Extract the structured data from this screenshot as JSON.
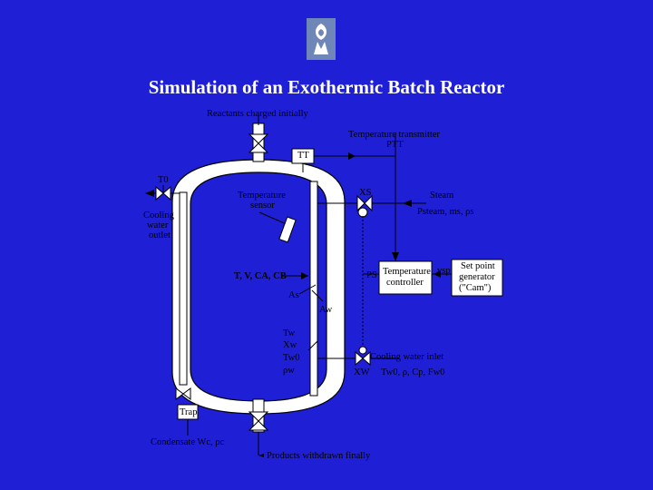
{
  "title": "Simulation of an Exothermic Batch Reactor",
  "colors": {
    "background": "#1f1fd6",
    "vessel": "#ffffff",
    "line": "#000000",
    "title": "#ffffff"
  },
  "labels": {
    "reactants": "Reactants charged initially",
    "temp_transmitter": "Temperature transmitter",
    "ptt": "PTT",
    "tt": "TT",
    "t0": "T0",
    "temp_sensor_1": "Temperature",
    "temp_sensor_2": "sensor",
    "cooling_outlet_1": "Cooling",
    "cooling_outlet_2": "water",
    "cooling_outlet_3": "outlet",
    "xs": "XS",
    "steam": "Steam",
    "steam_props": "Psteam, ms, ρs",
    "state_vars": "T, V, CA, CB",
    "ps": "PS",
    "temp_controller_1": "Temperature",
    "temp_controller_2": "controller",
    "vsp": "vsp",
    "setpoint_1": "Set point",
    "setpoint_2": "generator",
    "setpoint_3": "(\"Cam\")",
    "as": "As",
    "aw": "Aw",
    "jacket_1": "Tw",
    "jacket_2": "Xw",
    "jacket_3": "Tw0",
    "jacket_4": "ρw",
    "cooling_inlet": "Cooling water inlet",
    "xw": "XW",
    "cooling_inlet_props": "Tw0, ρ, Cp, Fw0",
    "trap": "Trap",
    "condensate": "Condensate Wc, ρc",
    "products": "Products withdrawn finally"
  }
}
